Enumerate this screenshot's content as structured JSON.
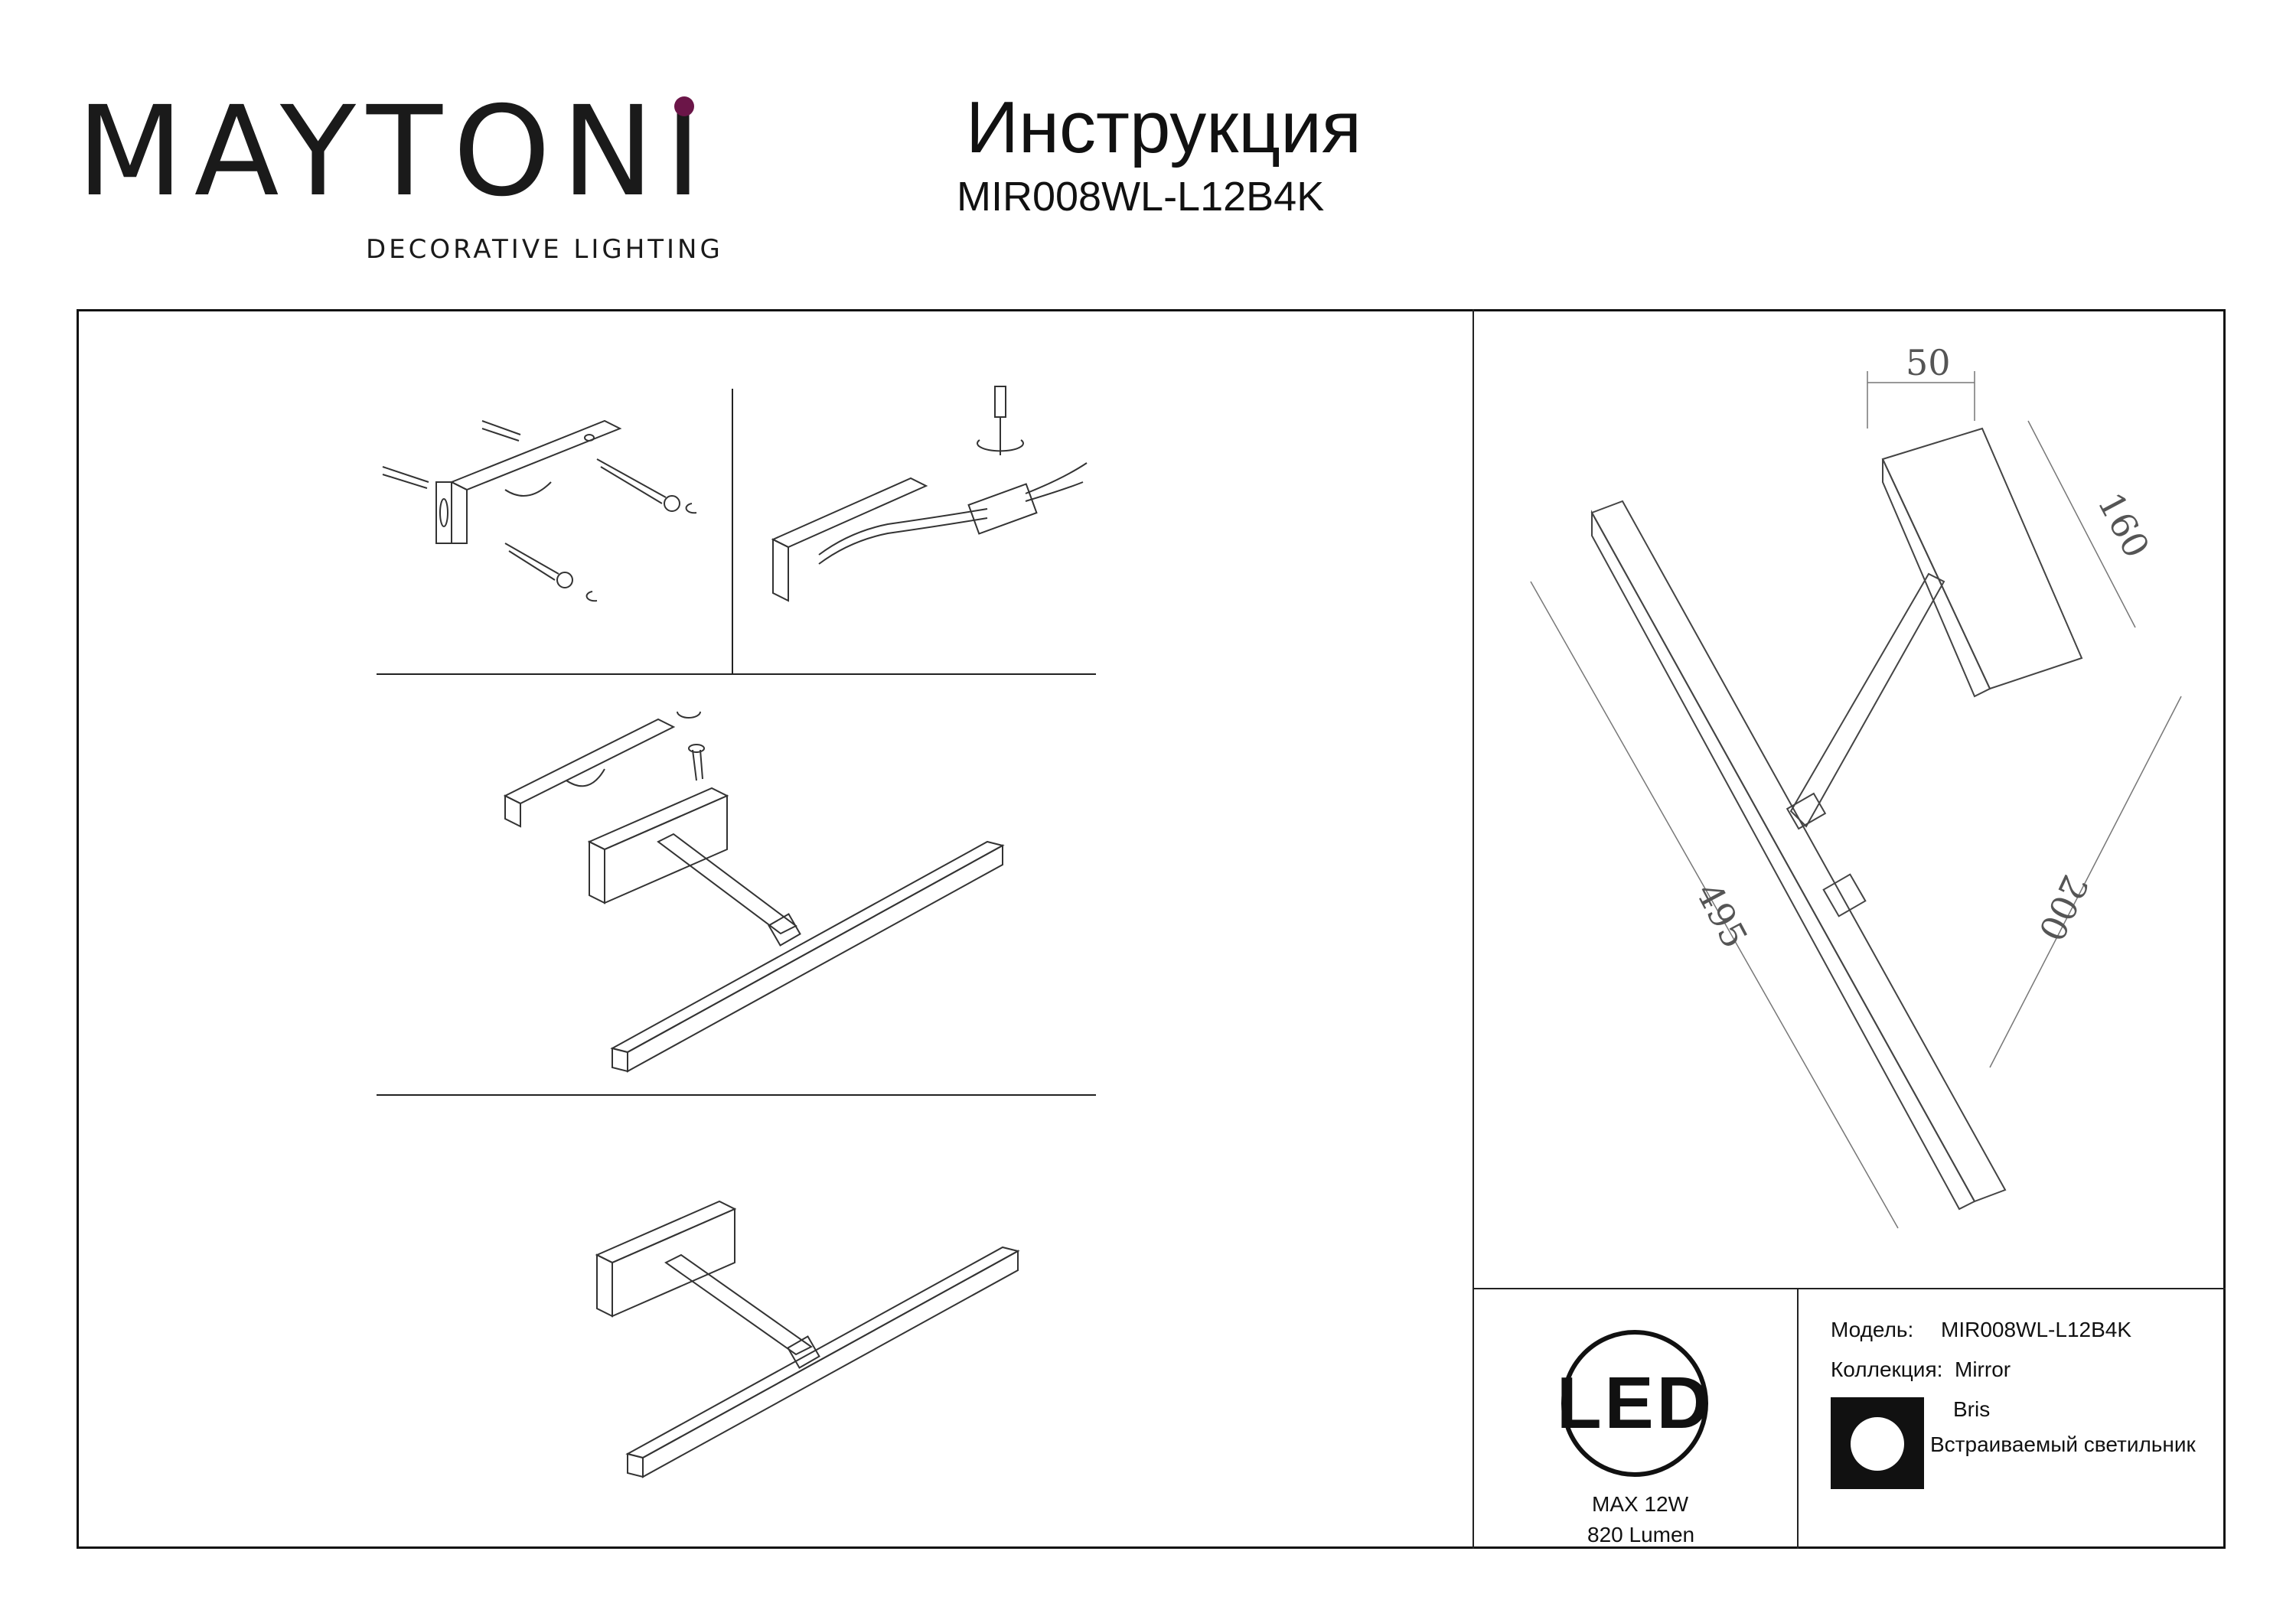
{
  "brand": {
    "name": "MAYTONI",
    "tagline": "DECORATIVE LIGHTING",
    "accent_color": "#6b1548"
  },
  "header": {
    "title": "Инструкция",
    "model_code": "MIR008WL-L12B4K"
  },
  "dimensions": {
    "width": "50",
    "depth": "160",
    "length": "495",
    "projection": "200"
  },
  "spec_box": {
    "led_label": "LED",
    "power": "MAX 12W",
    "luminous_flux": "820 Lumen"
  },
  "info_box": {
    "model_label": "Модель:",
    "model_value": "MIR008WL-L12B4K",
    "collection_label": "Коллекция:",
    "collection_value": "Mirror",
    "sub_label": "Bris",
    "type_label": "Встраиваемый светильник"
  },
  "icons": [
    "led-circle-icon",
    "recessed-light-icon",
    "screwdriver-icon",
    "rotate-icon"
  ]
}
